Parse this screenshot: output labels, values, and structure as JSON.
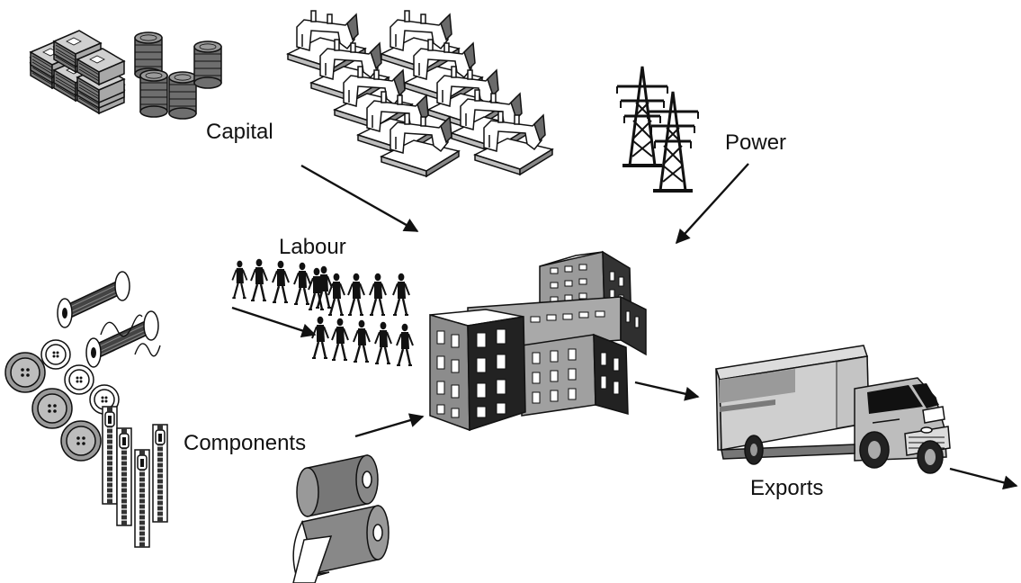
{
  "labels": {
    "capital": "Capital",
    "power": "Power",
    "labour": "Labour",
    "components": "Components",
    "exports": "Exports"
  },
  "colors": {
    "ink": "#111111",
    "mid_gray": "#8a8a8a",
    "light_gray": "#c8c8c8",
    "dark_gray": "#555555",
    "paper": "#ffffff"
  },
  "icons": [
    "money-stack-icon",
    "coin-stack-icon",
    "sewing-machine-icon",
    "pylon-icon",
    "worker-icon",
    "thread-spool-icon",
    "button-icon",
    "zipper-icon",
    "fabric-roll-icon",
    "factory-icon",
    "truck-icon"
  ]
}
